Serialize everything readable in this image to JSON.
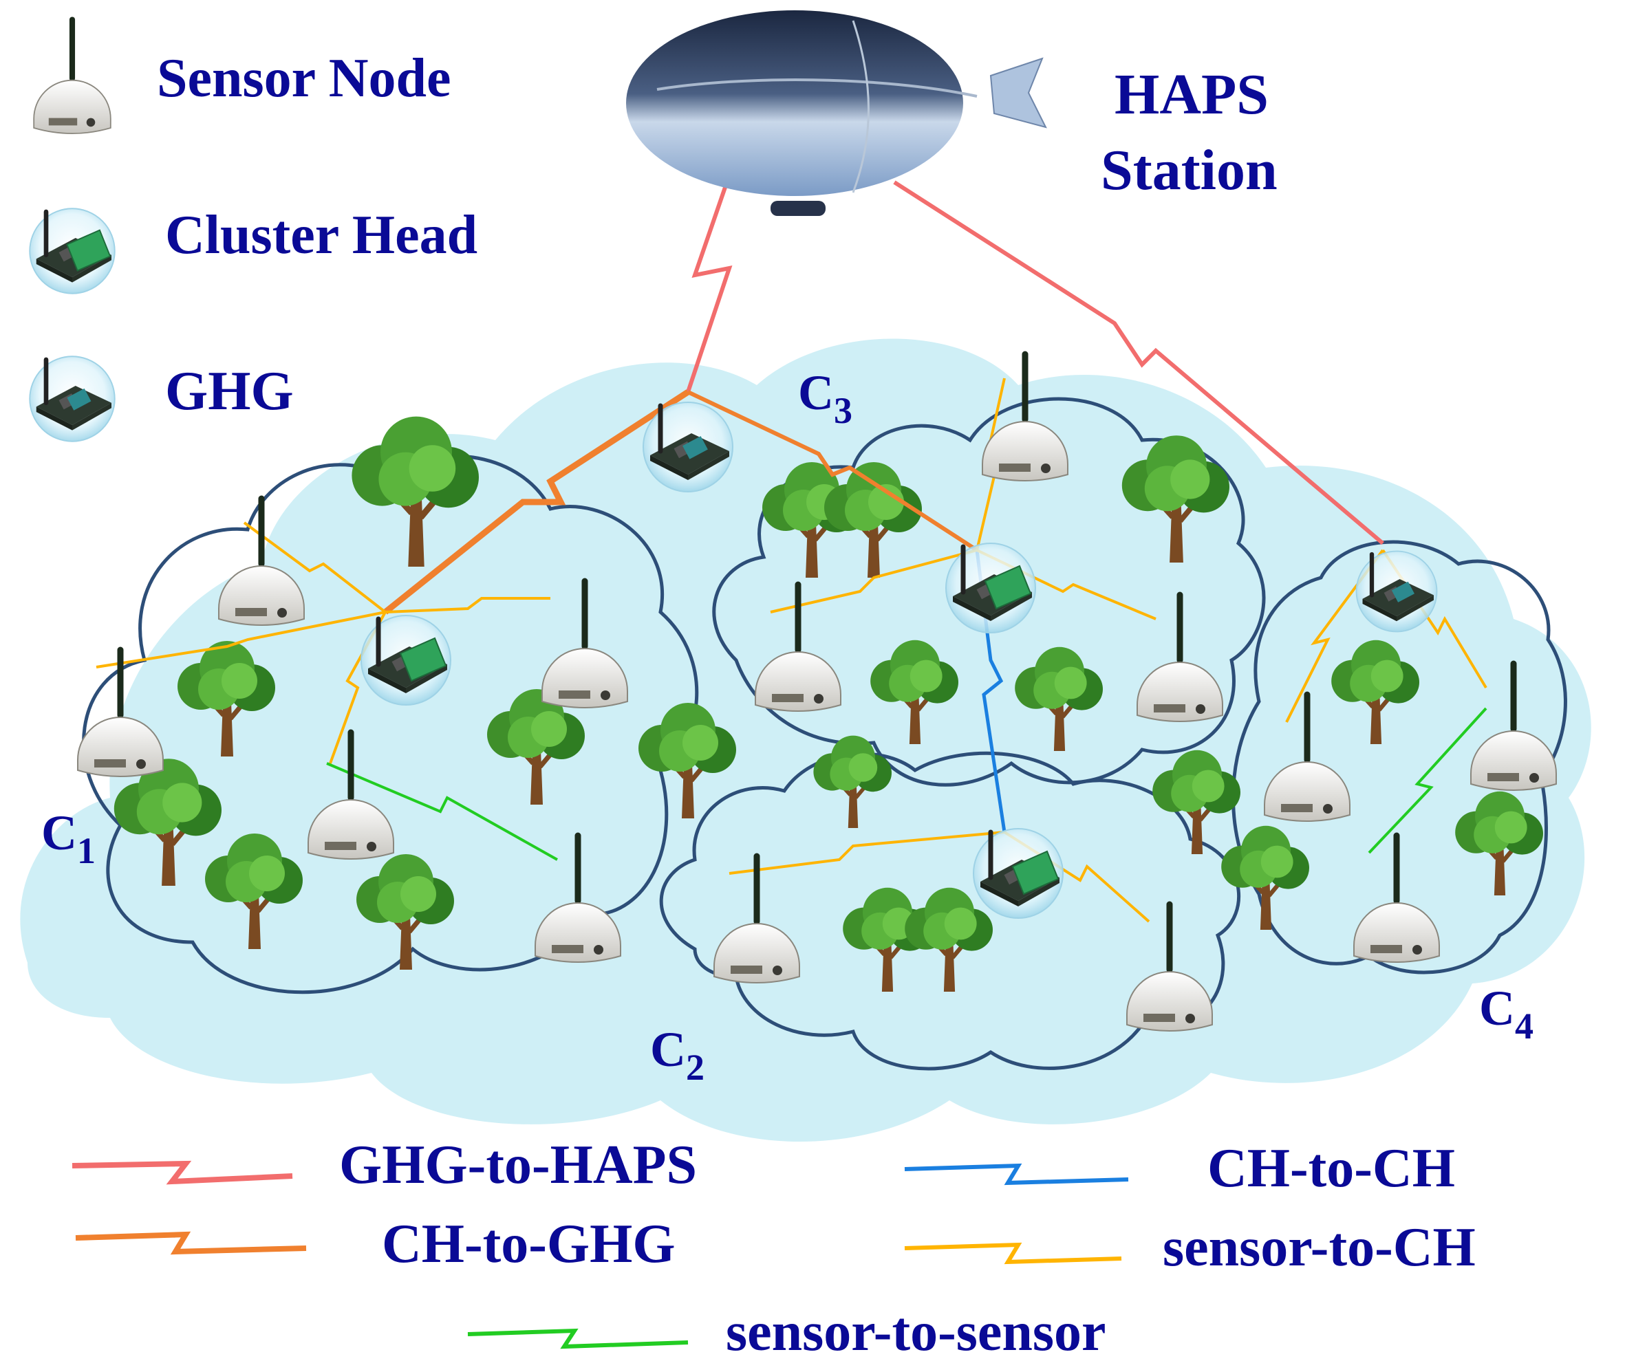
{
  "legend_nodes": [
    {
      "icon": "sensor-node-icon",
      "label": "Sensor Node"
    },
    {
      "icon": "cluster-head-icon",
      "label": "Cluster Head"
    },
    {
      "icon": "ghg-icon",
      "label": "GHG"
    }
  ],
  "haps": {
    "label_line1": "HAPS",
    "label_line2": "Station",
    "icon": "airship-icon"
  },
  "clusters": [
    {
      "letter": "C",
      "sub": "1"
    },
    {
      "letter": "C",
      "sub": "2"
    },
    {
      "letter": "C",
      "sub": "3"
    },
    {
      "letter": "C",
      "sub": "4"
    }
  ],
  "link_legend": [
    {
      "label": "GHG-to-HAPS",
      "color": "#f26d6d"
    },
    {
      "label": "CH-to-GHG",
      "color": "#f0802e"
    },
    {
      "label": "sensor-to-sensor",
      "color": "#22cc22"
    },
    {
      "label": "CH-to-CH",
      "color": "#1a7fe0"
    },
    {
      "label": "sensor-to-CH",
      "color": "#ffb400"
    }
  ],
  "colors": {
    "text": "#0a0a96",
    "cloud_fill": "#cfeff6",
    "cluster_stroke": "#2d4e78"
  }
}
